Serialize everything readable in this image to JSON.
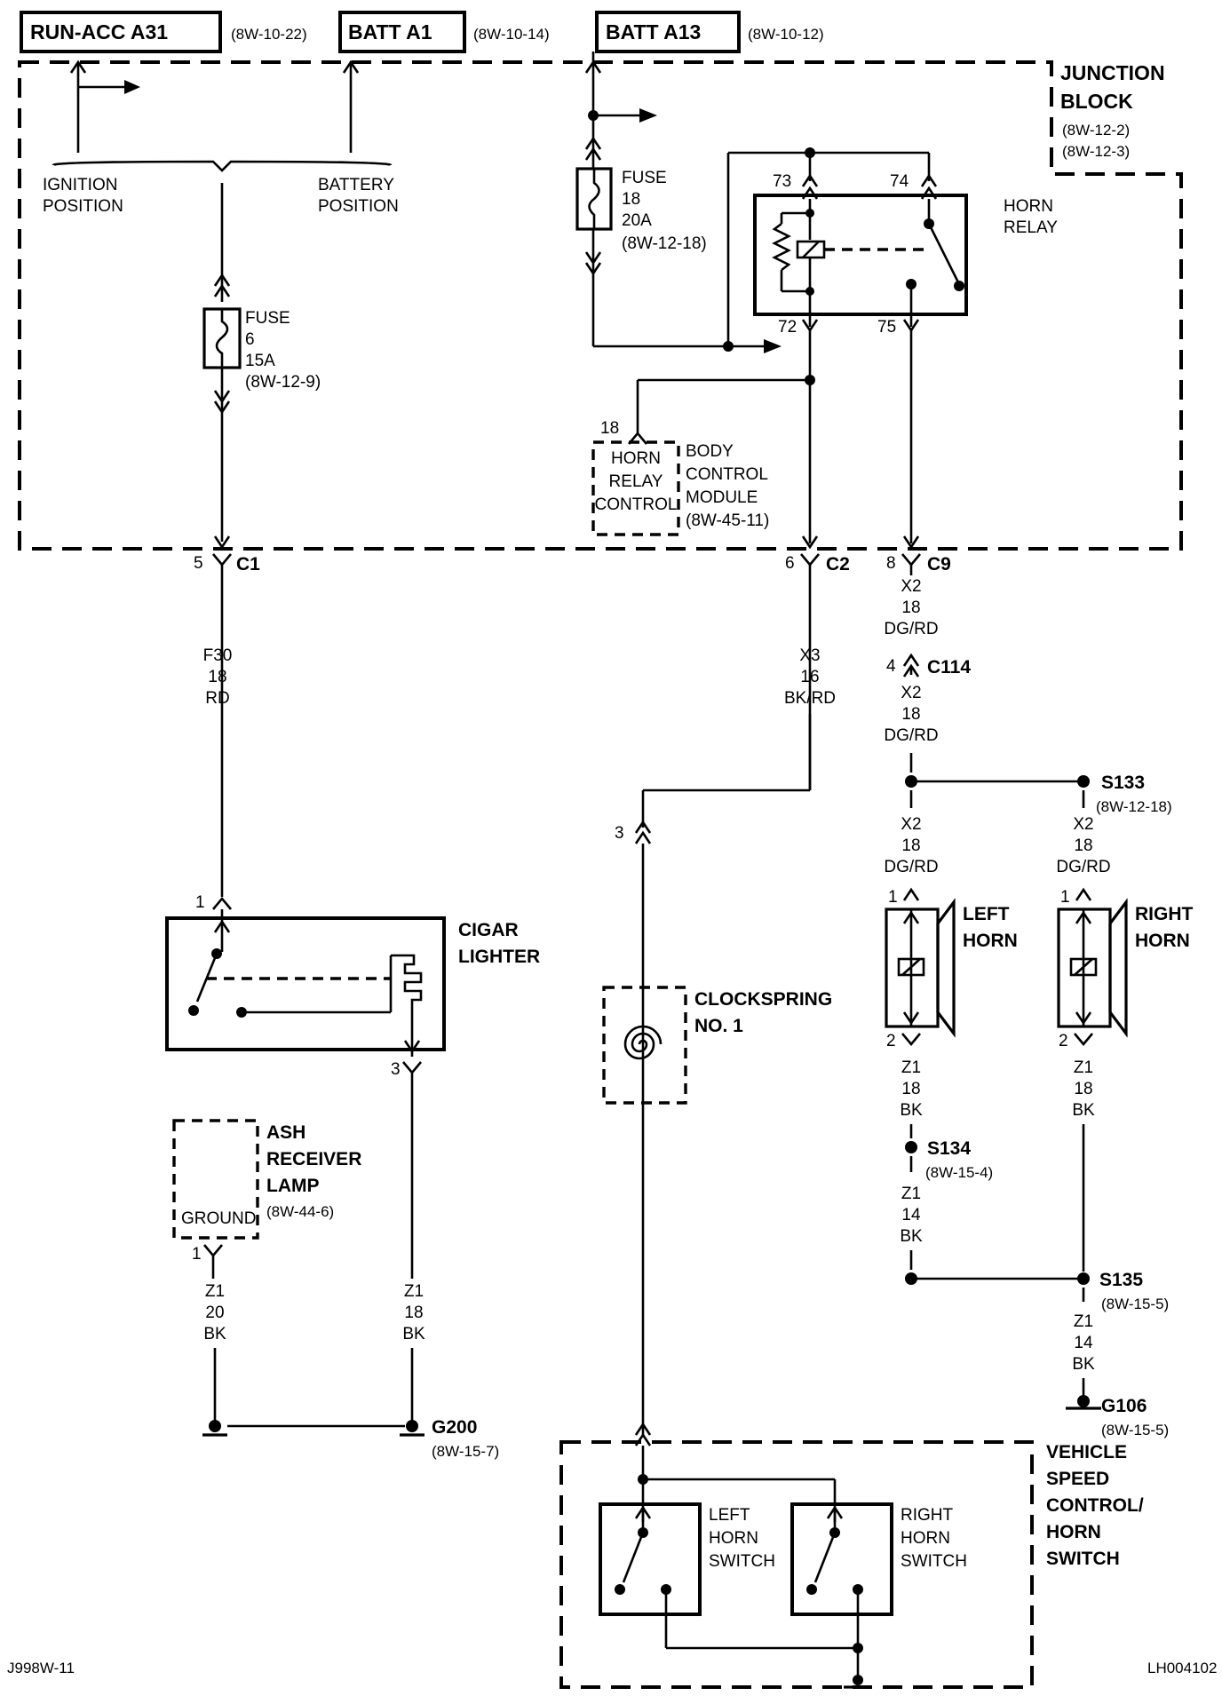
{
  "sources": [
    {
      "name": "RUN-ACC A31",
      "ref": "(8W-10-22)"
    },
    {
      "name": "BATT A1",
      "ref": "(8W-10-14)"
    },
    {
      "name": "BATT A13",
      "ref": "(8W-10-12)"
    }
  ],
  "junction_block": {
    "title_1": "JUNCTION",
    "title_2": "BLOCK",
    "ref_1": "(8W-12-2)",
    "ref_2": "(8W-12-3)"
  },
  "ignition": {
    "line1": "IGNITION",
    "line2": "POSITION"
  },
  "battery": {
    "line1": "BATTERY",
    "line2": "POSITION"
  },
  "fuse6": {
    "l1": "FUSE",
    "l2": "6",
    "l3": "15A",
    "l4": "(8W-12-9)"
  },
  "fuse18": {
    "l1": "FUSE",
    "l2": "18",
    "l3": "20A",
    "l4": "(8W-12-18)"
  },
  "horn_relay": {
    "l1": "HORN",
    "l2": "RELAY",
    "pin73": "73",
    "pin74": "74",
    "pin72": "72",
    "pin75": "75"
  },
  "bcm": {
    "pin": "18",
    "box1": "HORN",
    "box2": "RELAY",
    "box3": "CONTROL",
    "l1": "BODY",
    "l2": "CONTROL",
    "l3": "MODULE",
    "l4": "(8W-45-11)"
  },
  "connectors": {
    "c1": {
      "pin": "5",
      "name": "C1"
    },
    "c2": {
      "pin": "6",
      "name": "C2"
    },
    "c9": {
      "pin": "8",
      "name": "C9"
    },
    "c114": {
      "pin": "4",
      "name": "C114"
    }
  },
  "wires": {
    "f30": {
      "a": "F30",
      "b": "18",
      "c": "RD"
    },
    "x3": {
      "a": "X3",
      "b": "16",
      "c": "BK/RD"
    },
    "x2a": {
      "a": "X2",
      "b": "18",
      "c": "DG/RD"
    },
    "x2b": {
      "a": "X2",
      "b": "18",
      "c": "DG/RD"
    },
    "x2c": {
      "a": "X2",
      "b": "18",
      "c": "DG/RD"
    },
    "x2d": {
      "a": "X2",
      "b": "18",
      "c": "DG/RD"
    },
    "z1a": {
      "a": "Z1",
      "b": "20",
      "c": "BK"
    },
    "z1b": {
      "a": "Z1",
      "b": "18",
      "c": "BK"
    },
    "z1c": {
      "a": "Z1",
      "b": "18",
      "c": "BK"
    },
    "z1d": {
      "a": "Z1",
      "b": "14",
      "c": "BK"
    },
    "z1e": {
      "a": "Z1",
      "b": "18",
      "c": "BK"
    },
    "z1f": {
      "a": "Z1",
      "b": "14",
      "c": "BK"
    }
  },
  "splices": {
    "s133": {
      "name": "S133",
      "ref": "(8W-12-18)"
    },
    "s134": {
      "name": "S134",
      "ref": "(8W-15-4)"
    },
    "s135": {
      "name": "S135",
      "ref": "(8W-15-5)"
    }
  },
  "grounds": {
    "g200": {
      "name": "G200",
      "ref": "(8W-15-7)"
    },
    "g106": {
      "name": "G106",
      "ref": "(8W-15-5)"
    }
  },
  "cigar": {
    "l1": "CIGAR",
    "l2": "LIGHTER",
    "pin1": "1",
    "pin3": "3"
  },
  "ash": {
    "l1": "ASH",
    "l2": "RECEIVER",
    "l3": "LAMP",
    "ref": "(8W-44-6)",
    "ground": "GROUND",
    "pin": "1"
  },
  "clockspring": {
    "l1": "CLOCKSPRING",
    "l2": "NO. 1",
    "pin": "3"
  },
  "left_horn": {
    "l1": "LEFT",
    "l2": "HORN",
    "pin1": "1",
    "pin2": "2"
  },
  "right_horn": {
    "l1": "RIGHT",
    "l2": "HORN",
    "pin1": "1",
    "pin2": "2"
  },
  "switch": {
    "l1": "VEHICLE",
    "l2": "SPEED",
    "l3": "CONTROL/",
    "l4": "HORN",
    "l5": "SWITCH"
  },
  "left_sw": {
    "l1": "LEFT",
    "l2": "HORN",
    "l3": "SWITCH"
  },
  "right_sw": {
    "l1": "RIGHT",
    "l2": "HORN",
    "l3": "SWITCH"
  },
  "footer": {
    "left": "J998W-11",
    "right": "LH004102"
  }
}
